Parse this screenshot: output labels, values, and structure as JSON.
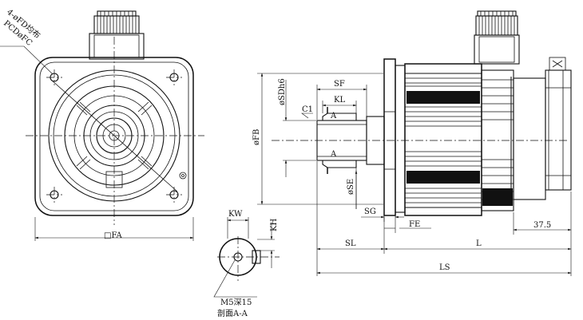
{
  "labels": {
    "hole_spec": "4-øFD均布",
    "pcd": "PCDøFC",
    "fa": "□FA",
    "kw": "KW",
    "kh": "KH",
    "m5": "M5深15",
    "section": "剖面A-A",
    "sf": "SF",
    "kl": "KL",
    "c1": "C1",
    "a_upper": "A",
    "a_lower": "A",
    "sdh6": "øSDh6",
    "fb": "øFB",
    "se": "øSE",
    "sg": "SG",
    "fe": "FE",
    "dim_375": "37.5",
    "sl": "SL",
    "l": "L",
    "ls": "LS"
  }
}
